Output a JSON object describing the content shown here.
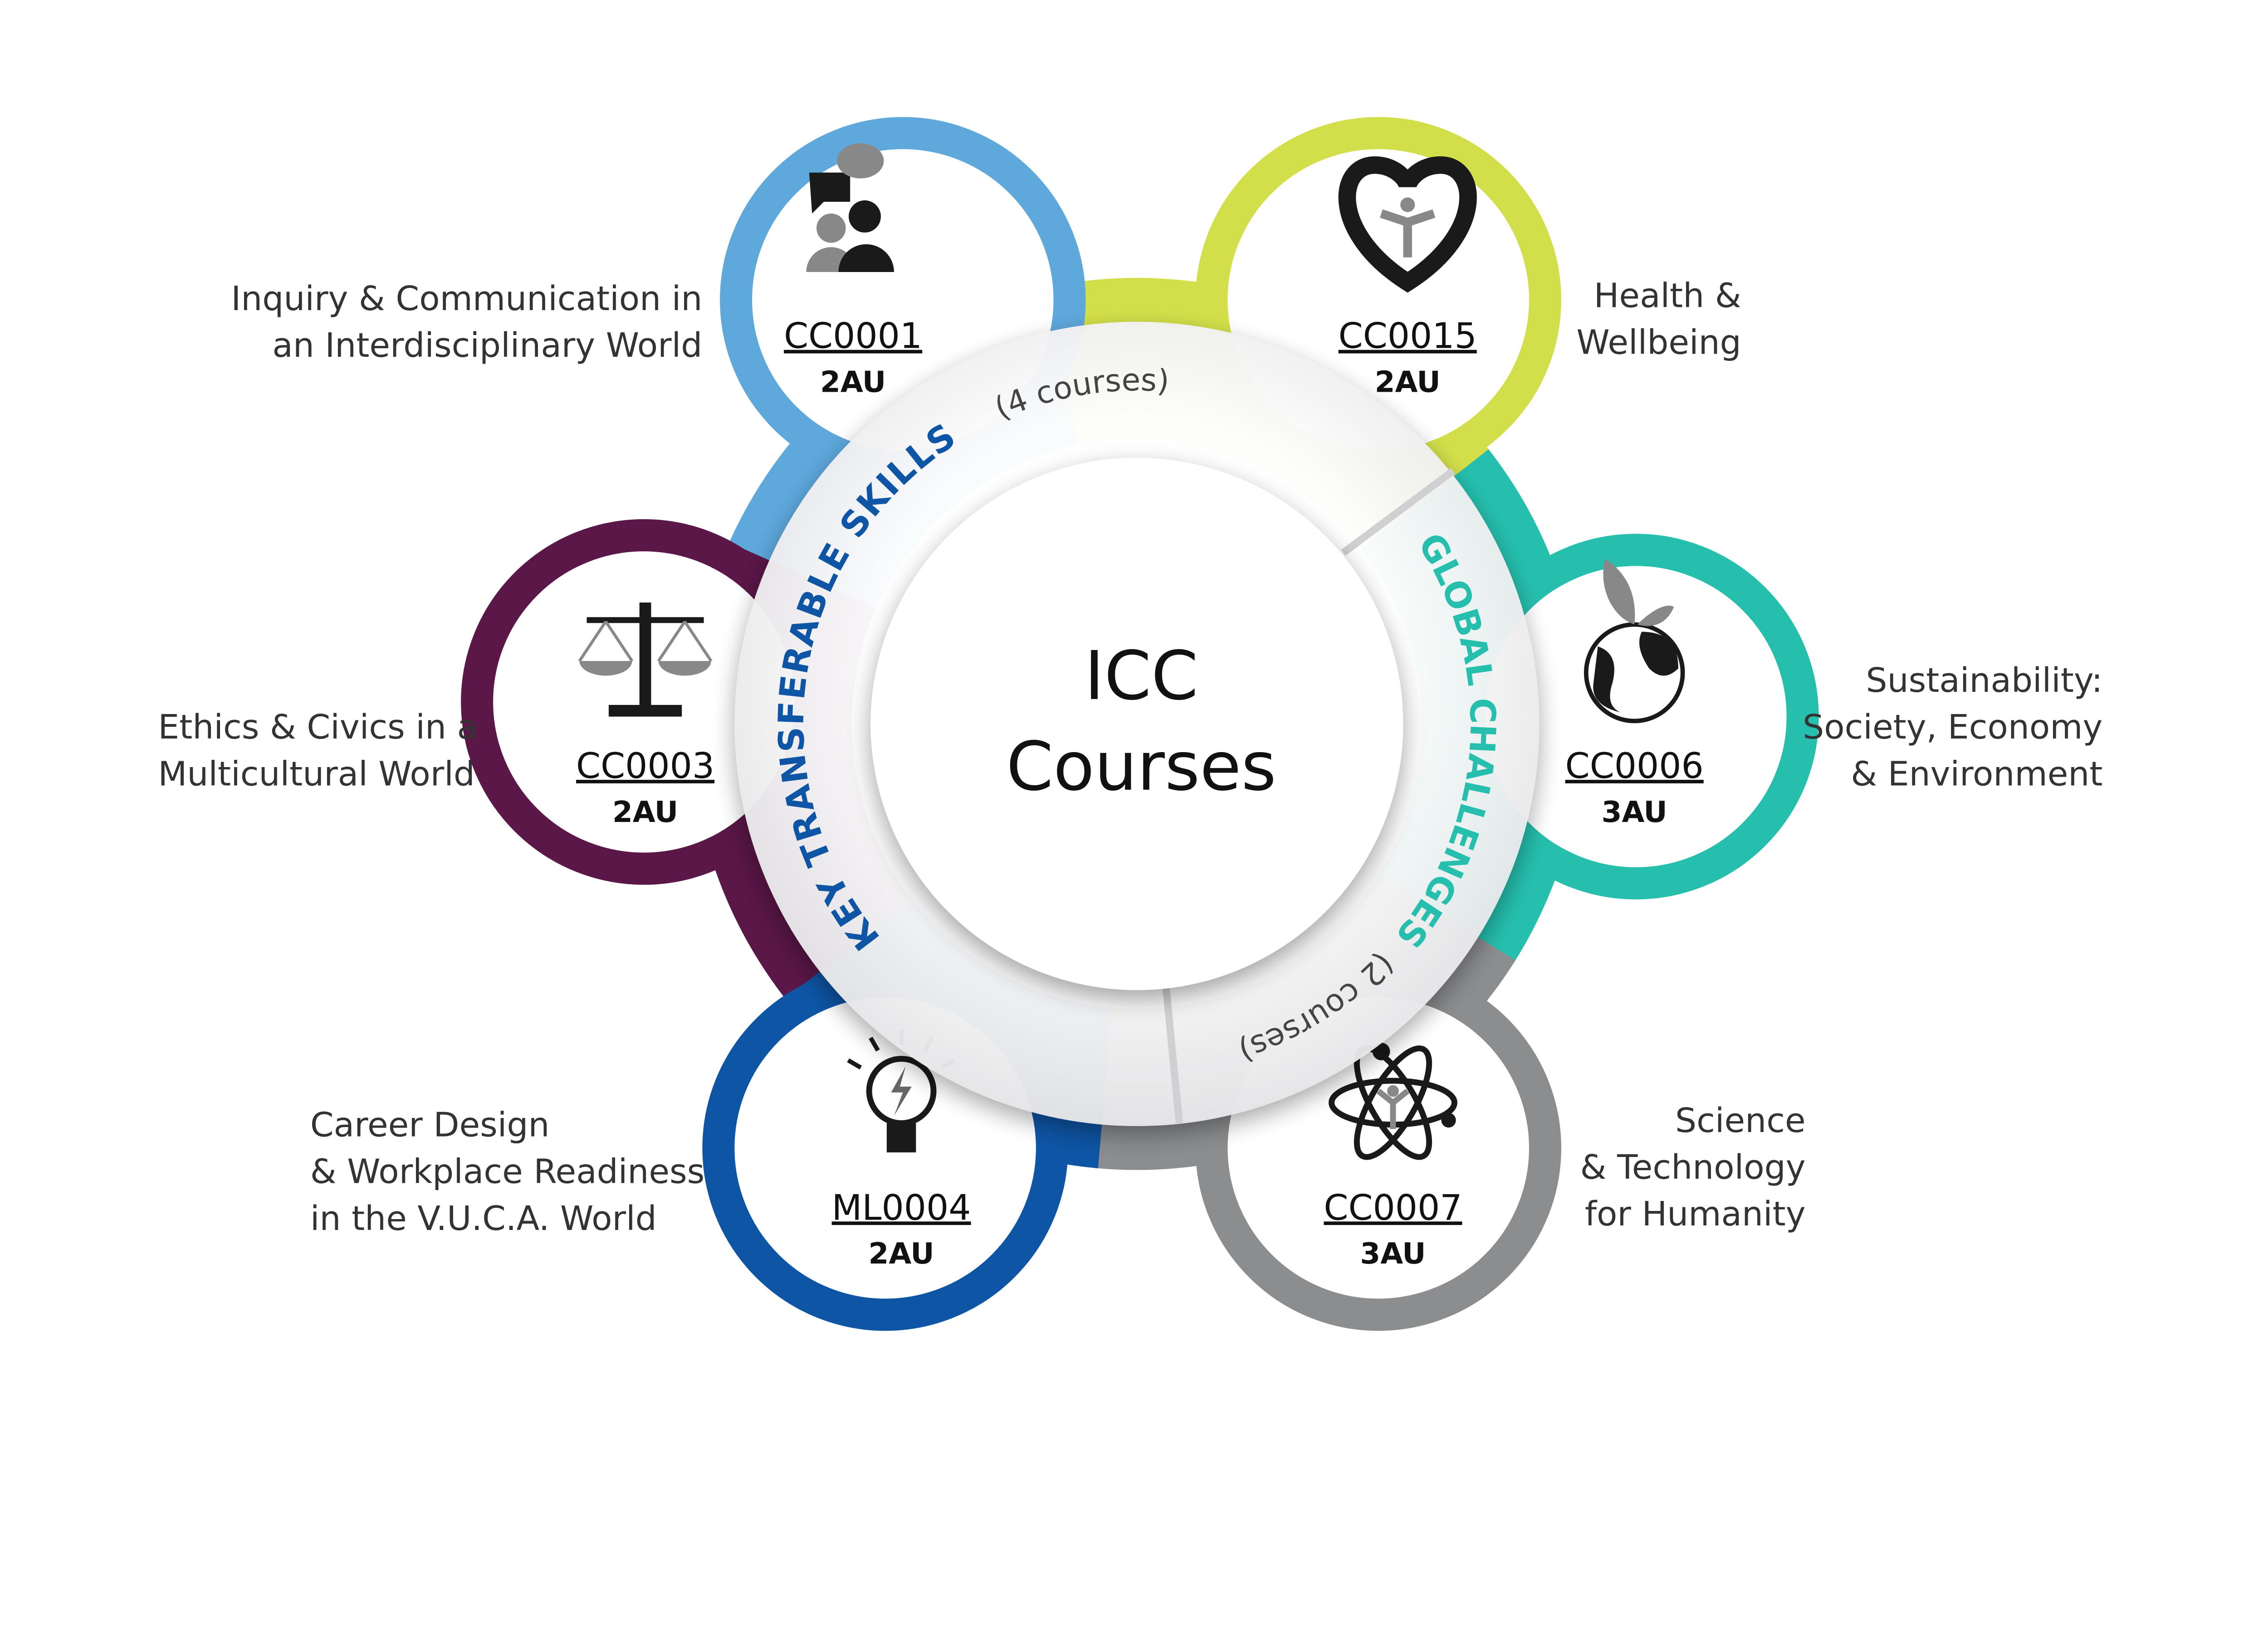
{
  "center": {
    "line1": "ICC",
    "line2": "Courses"
  },
  "groups": {
    "key_skills": {
      "title": "KEY TRANSFERABLE SKILLS",
      "count": "(4 courses)",
      "color": "#0e55a5"
    },
    "global": {
      "title": "GLOBAL CHALLENGES",
      "count": "(2 courses)",
      "color": "#26bfae"
    }
  },
  "courses": [
    {
      "code": "CC0001",
      "credits": "2AU",
      "label": [
        "Inquiry & Communication in",
        "an Interdisciplinary World"
      ],
      "color": "#5ea8dc",
      "icon": "conversation-people-icon"
    },
    {
      "code": "CC0015",
      "credits": "2AU",
      "label": [
        "Health &",
        "Wellbeing"
      ],
      "color": "#d3df4a",
      "icon": "heart-person-icon"
    },
    {
      "code": "CC0006",
      "credits": "3AU",
      "label": [
        "Sustainability:",
        "Society, Economy",
        "& Environment"
      ],
      "color": "#26bfae",
      "icon": "globe-sprout-icon"
    },
    {
      "code": "CC0007",
      "credits": "3AU",
      "label": [
        "Science",
        "& Technology",
        "for Humanity"
      ],
      "color": "#8c8d8f",
      "icon": "atom-person-icon"
    },
    {
      "code": "ML0004",
      "credits": "2AU",
      "label": [
        "Career Design",
        "& Workplace Readiness",
        "in the V.U.C.A. World"
      ],
      "color": "#0e55a5",
      "icon": "lightbulb-icon"
    },
    {
      "code": "CC0003",
      "credits": "2AU",
      "label": [
        "Ethics & Civics in a",
        "Multicultural World"
      ],
      "color": "#5a1748",
      "icon": "scales-icon"
    }
  ]
}
